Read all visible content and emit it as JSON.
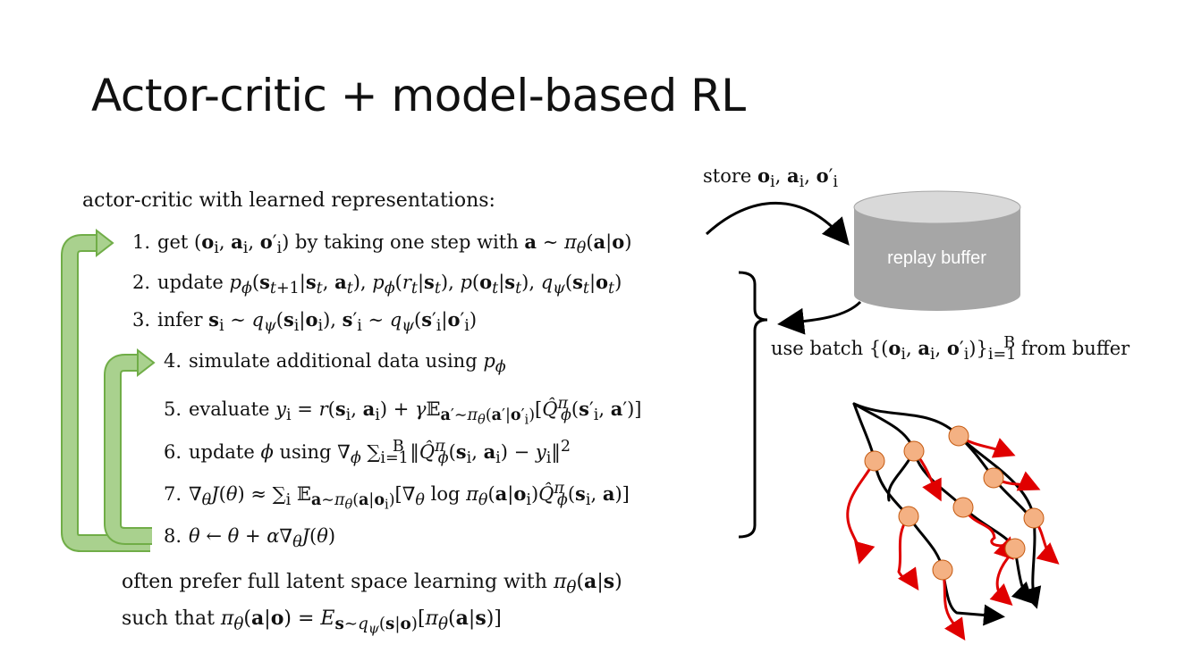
{
  "slide": {
    "title": "Actor-critic + model-based RL",
    "intro": "actor-critic with learned representations:",
    "steps": [
      {
        "num": "1.",
        "text": "get (oᵢ, aᵢ, o′ᵢ) by taking one step with a ∼ π_θ(a|o)"
      },
      {
        "num": "2.",
        "text": "update p_ϕ(s_{t+1}|s_t, a_t), p_ϕ(r_t|s_t), p(o_t|s_t), q_ψ(s_t|o_t)"
      },
      {
        "num": "3.",
        "text": "infer sᵢ ∼ q_ψ(sᵢ|oᵢ), s′ᵢ ∼ q_ψ(s′ᵢ|o′ᵢ)"
      },
      {
        "num": "4.",
        "text": "simulate additional data using p_ϕ"
      },
      {
        "num": "5.",
        "text": "evaluate yᵢ = r(sᵢ, aᵢ) + γ𝔼_{a′∼π_θ(a′|o′ᵢ)}[Q̂^π_ϕ(s′ᵢ, a′)]"
      },
      {
        "num": "6.",
        "text": "update ϕ using ∇_ϕ Σ_{i=1}^{B} ‖Q̂^π_ϕ(sᵢ, aᵢ) − yᵢ‖²"
      },
      {
        "num": "7.",
        "text": "∇_θJ(θ) ≈ Σᵢ 𝔼_{a∼π_θ(a|oᵢ)}[∇_θ log π_θ(a|oᵢ)Q̂^π_ϕ(sᵢ, a)]"
      },
      {
        "num": "8.",
        "text": "θ ← θ + α∇_θJ(θ)"
      }
    ],
    "footer_line1": "often prefer full latent space learning with π_θ(a|s)",
    "footer_line2": "such that π_θ(a|o) = E_{s∼q_ψ(s|o)}[π_θ(a|s)]",
    "store_label": "store oᵢ, aᵢ, o′ᵢ",
    "buffer_label": "replay buffer",
    "use_batch_label": "use batch {(oᵢ, aᵢ, o′ᵢ)}_{i=1}^{B} from buffer"
  },
  "colors": {
    "loop_arrow_fill": "#a9d18e",
    "loop_arrow_stroke": "#70ad47",
    "buffer_body": "#a6a6a6",
    "buffer_top": "#d9d9d9",
    "tree_node": "#f4b183",
    "tree_node_stroke": "#c55a11",
    "branch_main": "#000000",
    "branch_sim": "#e00000"
  },
  "icons": {
    "loop_arrows": "green-loop-arrows",
    "buffer": "database-cylinder",
    "tree": "rollout-tree"
  }
}
